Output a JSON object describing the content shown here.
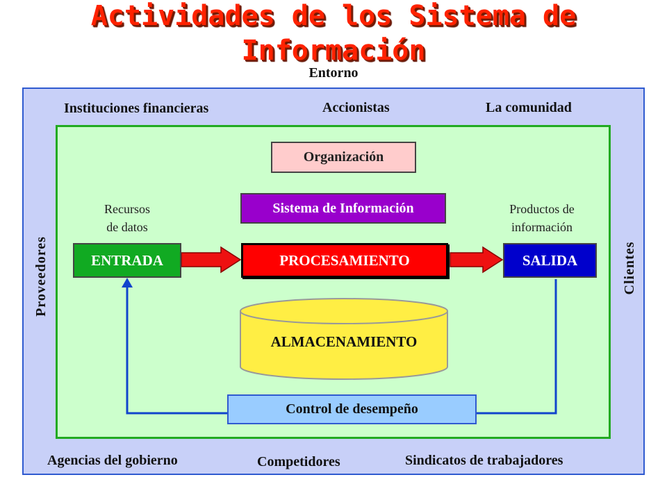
{
  "title_line1": "Actividades de los Sistema de",
  "title_line2": "Información",
  "entorno": "Entorno",
  "environment": {
    "top": [
      "Instituciones financieras",
      "Accionistas",
      "La comunidad"
    ],
    "bottom": [
      "Agencias del gobierno",
      "Competidores",
      "Sindicatos de trabajadores"
    ],
    "left": "Proveedores",
    "right": "Clientes"
  },
  "organizacion": "Organización",
  "sistema": "Sistema de Información",
  "recursos": [
    "Recursos",
    "de datos"
  ],
  "productos": [
    "Productos de",
    "información"
  ],
  "entrada": "ENTRADA",
  "procesamiento": "PROCESAMIENTO",
  "salida": "SALIDA",
  "almacenamiento": "ALMACENAMIENTO",
  "control": "Control de desempeño",
  "colors": {
    "title": "#ff2200",
    "environment_fill": "#c8d0f8",
    "organization_fill": "#ccffcc",
    "entrada": "#11aa22",
    "procesamiento": "#ff0000",
    "salida": "#0000cc",
    "sistema": "#9900cc",
    "almacenamiento": "#ffee44",
    "control": "#99ccff",
    "feedback_line": "#1144cc"
  }
}
